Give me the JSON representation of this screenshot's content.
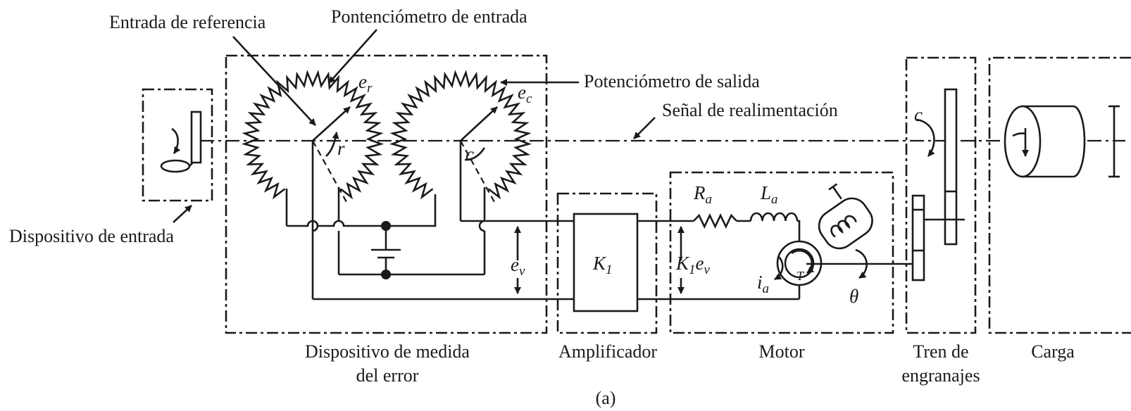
{
  "labels": {
    "entrada_referencia": "Entrada de referencia",
    "potenciometro_entrada": "Pontenciómetro de entrada",
    "potenciometro_salida": "Potenciómetro de salida",
    "senal_realimentacion": "Señal de realimentación",
    "dispositivo_entrada": "Dispositivo de entrada",
    "dispositivo_medida_l1": "Dispositivo de medida",
    "dispositivo_medida_l2": "del error",
    "amplificador": "Amplificador",
    "motor": "Motor",
    "tren_l1": "Tren de",
    "tren_l2": "engranajes",
    "carga": "Carga",
    "figure_tag": "(a)"
  },
  "symbols": {
    "er": {
      "base": "e",
      "sub": "r"
    },
    "ec": {
      "base": "e",
      "sub": "c"
    },
    "r": {
      "base": "r"
    },
    "c_pot": {
      "base": "c"
    },
    "c_gear": {
      "base": "c"
    },
    "ev": {
      "base": "e",
      "sub": "v"
    },
    "k1": {
      "base": "K",
      "sub": "1"
    },
    "k1ev": {
      "base": "K",
      "sub": "1",
      "base2": "e",
      "sub2": "v"
    },
    "ra": {
      "base": "R",
      "sub": "a"
    },
    "la": {
      "base": "L",
      "sub": "a"
    },
    "ia": {
      "base": "i",
      "sub": "a"
    },
    "t": {
      "base": "T"
    },
    "theta": {
      "base": "θ"
    }
  }
}
